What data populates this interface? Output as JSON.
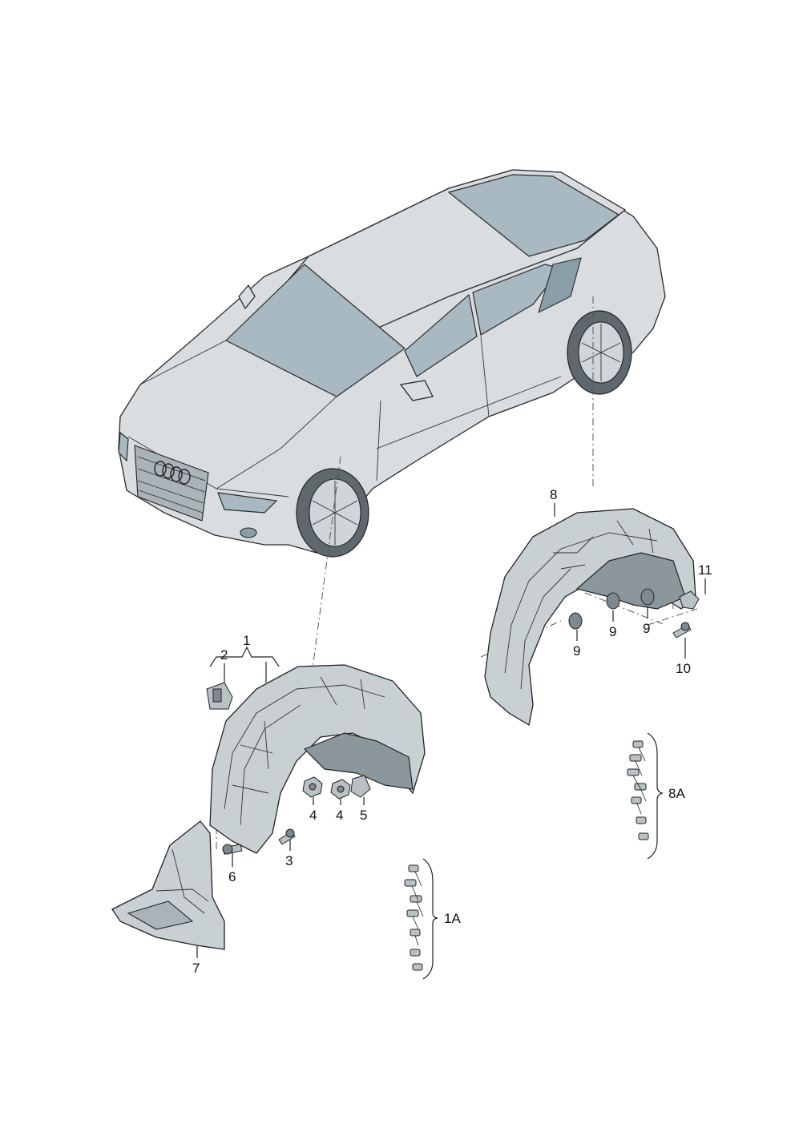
{
  "callouts": {
    "c1": "1",
    "c2": "2",
    "c3": "3",
    "c4a": "4",
    "c4b": "4",
    "c5": "5",
    "c6": "6",
    "c7": "7",
    "c8": "8",
    "c9a": "9",
    "c9b": "9",
    "c9c": "9",
    "c10": "10",
    "c11": "11",
    "c1A": "1A",
    "c8A": "8A"
  }
}
